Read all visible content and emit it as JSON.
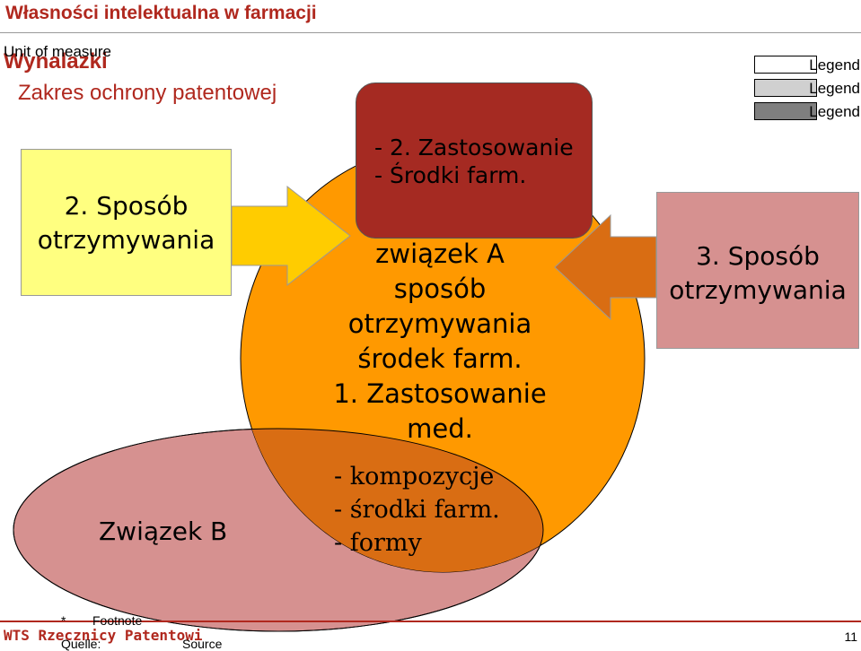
{
  "header": {
    "title": "Własności intelektualna w farmacji",
    "unit_of_measure": "Unit of measure",
    "slide_title": "Wynalazki",
    "subtitle": "Zakres ochrony patentowej"
  },
  "legend": {
    "items": [
      {
        "label": "Legend",
        "color": "#ffffff"
      },
      {
        "label": "Legend",
        "color": "#d0d0d0"
      },
      {
        "label": "Legend",
        "color": "#7f7f7f"
      }
    ]
  },
  "diagram": {
    "left_box": {
      "text": "2. Sposób\notrzymywania",
      "color": "#ffff80"
    },
    "right_box": {
      "text": "3. Sposób\notrzymywania",
      "color": "#d69190"
    },
    "red_box": {
      "text": "- 2. Zastosowanie\n- Środki farm.",
      "color": "#a52a22"
    },
    "circle": {
      "text": "związek A\nsposób\notrzymywania\nśrodek farm.\n1. Zastosowanie\nmed.",
      "color": "#ff9900"
    },
    "ellipse": {
      "label": "Związek B",
      "color": "#d69190"
    },
    "overlap": {
      "text": "- kompozycje\n- środki farm.\n- formy",
      "color": "#d96d13"
    },
    "arrow_left_color": "#ffcc00",
    "arrow_right_color": "#d96d13"
  },
  "footer": {
    "footnote_mark": "*",
    "footnote": "Footnote",
    "brand": "WTS Rzecznicy Patentowi",
    "source_label": "Quelle:",
    "source": "Source",
    "page_number": "11"
  }
}
